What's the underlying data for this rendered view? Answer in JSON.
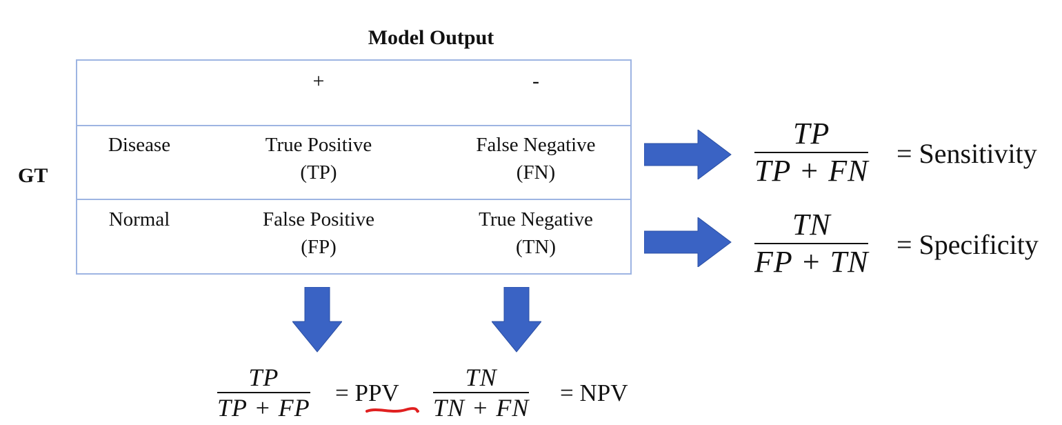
{
  "header": {
    "model_output": "Model Output",
    "gt": "GT"
  },
  "table": {
    "col_plus": "+",
    "col_minus": "-",
    "rows": [
      {
        "label": "Disease",
        "cells": [
          {
            "line1": "True Positive",
            "line2": "(TP)"
          },
          {
            "line1": "False Negative",
            "line2": "(FN)"
          }
        ]
      },
      {
        "label": "Normal",
        "cells": [
          {
            "line1": "False Positive",
            "line2": "(FP)"
          },
          {
            "line1": "True Negative",
            "line2": "(TN)"
          }
        ]
      }
    ]
  },
  "formulas": {
    "sensitivity": {
      "num": "TP",
      "den": "TP + FN",
      "result": "= Sensitivity"
    },
    "specificity": {
      "num": "TN",
      "den": "FP + TN",
      "result": "= Specificity"
    },
    "ppv": {
      "num": "TP",
      "den": "TP + FP",
      "result": "= PPV"
    },
    "npv": {
      "num": "TN",
      "den": "TN + FN",
      "result": "= NPV"
    }
  },
  "colors": {
    "arrow": "#3a63c4",
    "table_border": "#9db4e2",
    "underline": "#e02020"
  },
  "icons": [
    "arrow-right-icon",
    "arrow-down-icon"
  ]
}
